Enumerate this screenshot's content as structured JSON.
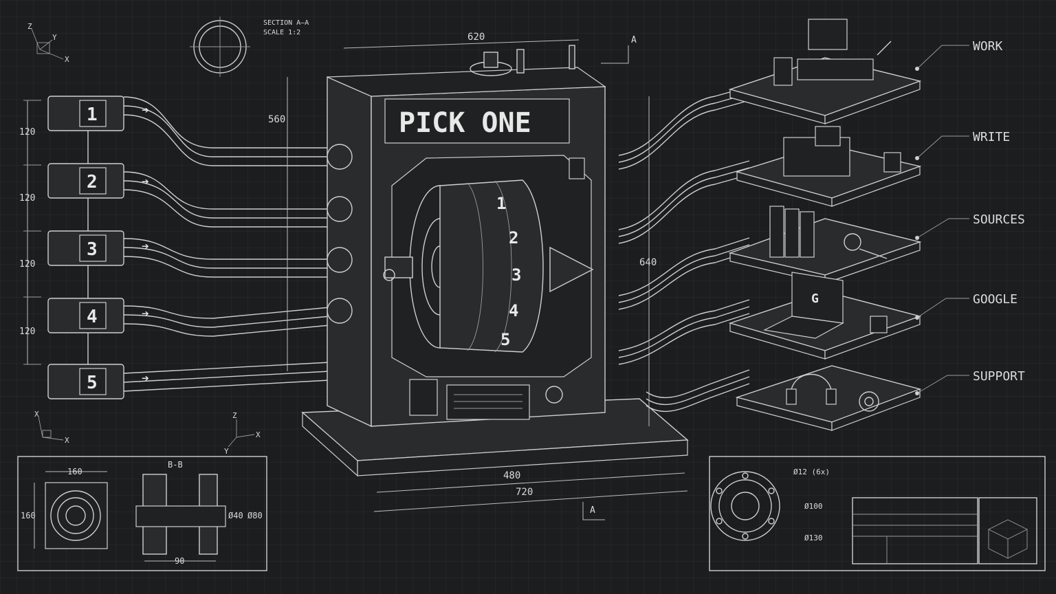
{
  "sign": "PICK ONE",
  "section_note": [
    "SECTION A–A",
    "SCALE 1:2"
  ],
  "modules": [
    "1",
    "2",
    "3",
    "4",
    "5"
  ],
  "drum_numbers": [
    "1",
    "2",
    "3",
    "4",
    "5"
  ],
  "outputs": [
    "WORK",
    "WRITE",
    "SOURCES",
    "GOOGLE",
    "SUPPORT"
  ],
  "dims": {
    "top": "620",
    "height_left": "560",
    "height_right": "640",
    "base_inner": "480",
    "base_outer": "720",
    "module_pitch": [
      "120",
      "120",
      "120",
      "120"
    ],
    "flange_w": "160",
    "flange_h": "160",
    "section_bb": "B-B",
    "shaft_len": "90",
    "d40": "Ø40",
    "d80": "Ø80",
    "holes": "Ø12 (6x)",
    "d100": "Ø100",
    "d130": "Ø130"
  },
  "section_mark": "A",
  "google_glyph": "G",
  "axes": {
    "z": "Z",
    "y": "Y",
    "x": "X"
  }
}
